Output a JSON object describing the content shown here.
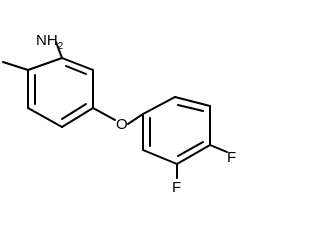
{
  "molecule": {
    "atoms": {
      "amine": {
        "symbol": "NH",
        "subscript": "2"
      },
      "ether_oxygen": {
        "symbol": "O"
      },
      "fluorine_para": {
        "symbol": "F"
      },
      "fluorine_meta": {
        "symbol": "F"
      }
    }
  }
}
